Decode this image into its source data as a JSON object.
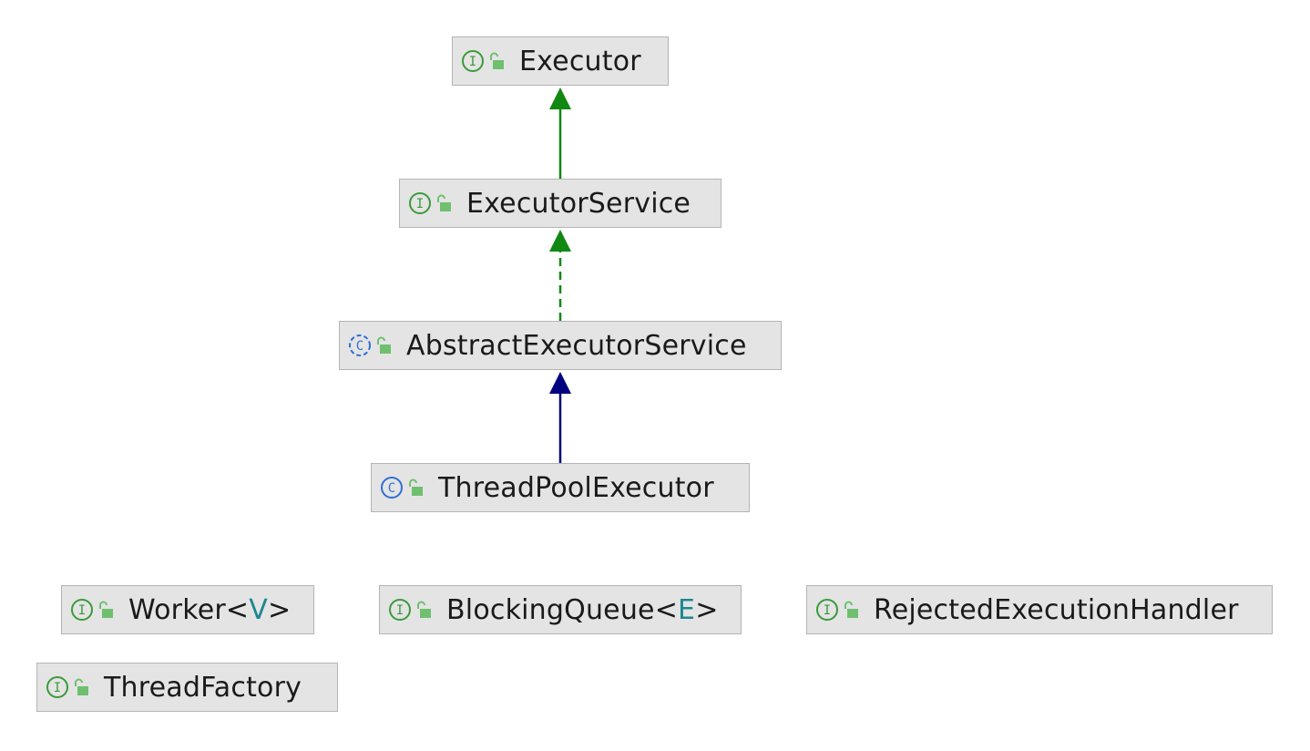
{
  "nodes": {
    "executor": {
      "name": "Executor",
      "kind": "interface",
      "icon": "interface-icon"
    },
    "executor_service": {
      "name": "ExecutorService",
      "kind": "interface",
      "icon": "interface-icon"
    },
    "abstract_executor_service": {
      "name": "AbstractExecutorService",
      "kind": "abstract-class",
      "icon": "abstract-class-icon"
    },
    "thread_pool_executor": {
      "name": "ThreadPoolExecutor",
      "kind": "class",
      "icon": "class-icon"
    },
    "worker": {
      "name": "Worker",
      "type_open": "<",
      "type_param": "V",
      "type_close": ">",
      "kind": "interface",
      "icon": "interface-icon"
    },
    "blocking_queue": {
      "name": "BlockingQueue",
      "type_open": "<",
      "type_param": "E",
      "type_close": ">",
      "kind": "interface",
      "icon": "interface-icon"
    },
    "rejected_execution_handler": {
      "name": "RejectedExecutionHandler",
      "kind": "interface",
      "icon": "interface-icon"
    },
    "thread_factory": {
      "name": "ThreadFactory",
      "kind": "interface",
      "icon": "interface-icon"
    }
  },
  "edges": [
    {
      "from": "ExecutorService",
      "to": "Executor",
      "type": "extends",
      "style": "solid",
      "color": "#118811"
    },
    {
      "from": "AbstractExecutorService",
      "to": "ExecutorService",
      "type": "implements",
      "style": "dashed",
      "color": "#118811"
    },
    {
      "from": "ThreadPoolExecutor",
      "to": "AbstractExecutorService",
      "type": "extends",
      "style": "solid",
      "color": "#00007f"
    }
  ],
  "colors": {
    "node_fill": "#e4e4e4",
    "node_border": "#b4b4b4",
    "interface_icon": "#3a9a3a",
    "class_icon": "#2f6fd6",
    "lock_icon": "#6fbf6f",
    "type_param": "#1d8791",
    "interface_edge": "#118811",
    "class_edge": "#00007f"
  }
}
